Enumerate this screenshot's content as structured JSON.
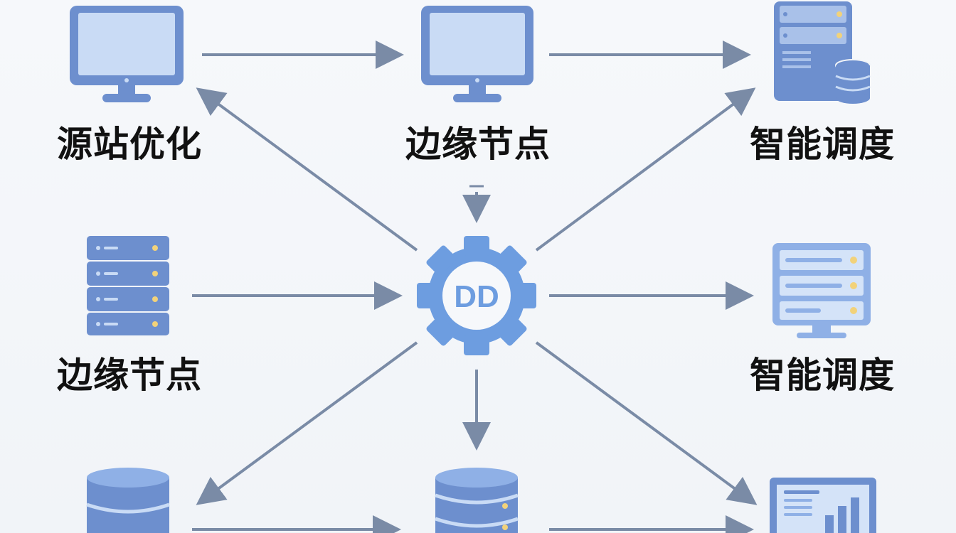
{
  "labels": {
    "top_left": "源站优化",
    "top_center": "边缘节点",
    "top_right": "智能调度",
    "middle_left": "边缘节点",
    "middle_right": "智能调度"
  },
  "hub": {
    "text": "DD"
  },
  "icons": {
    "top_left": "monitor-icon",
    "top_center": "monitor-icon",
    "top_right": "server-tower-database-icon",
    "middle_left": "server-rack-icon",
    "center": "gear-icon",
    "middle_right": "server-monitor-icon",
    "bottom_left": "database-icon",
    "bottom_center": "database-icon",
    "bottom_right": "bar-chart-screen-icon"
  },
  "colors": {
    "icon_fill": "#6d8fce",
    "icon_light": "#c9dbf5",
    "arrow": "#7a8ba6",
    "label": "#111111",
    "indicator": "#f2d27a"
  }
}
